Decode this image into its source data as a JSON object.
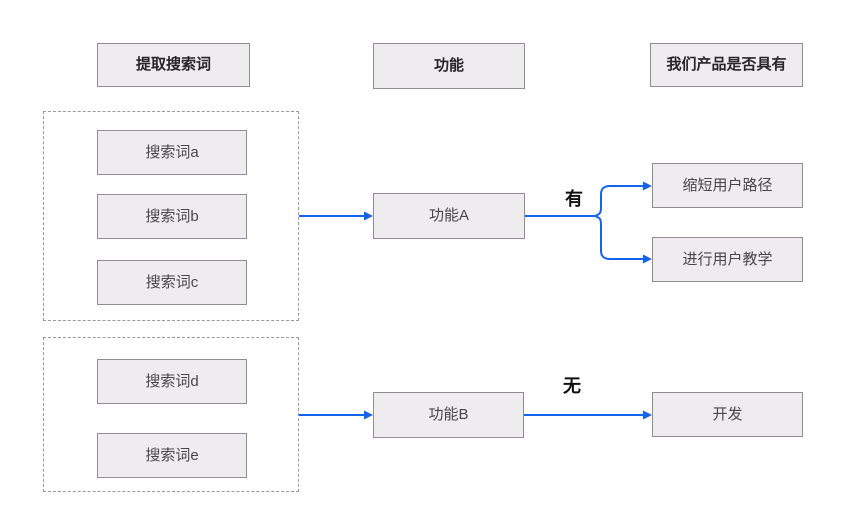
{
  "diagram": {
    "headers": [
      {
        "label": "提取搜索词"
      },
      {
        "label": "功能"
      },
      {
        "label": "我们产品是否具有"
      }
    ],
    "search_groups": [
      {
        "items": [
          {
            "label": "搜索词a"
          },
          {
            "label": "搜索词b"
          },
          {
            "label": "搜索词c"
          }
        ]
      },
      {
        "items": [
          {
            "label": "搜索词d"
          },
          {
            "label": "搜索词e"
          }
        ]
      }
    ],
    "functions": [
      {
        "label": "功能A"
      },
      {
        "label": "功能B"
      }
    ],
    "outcomes": [
      {
        "label": "缩短用户路径"
      },
      {
        "label": "进行用户教学"
      },
      {
        "label": "开发"
      }
    ],
    "edge_labels": [
      {
        "label": "有"
      },
      {
        "label": "无"
      }
    ],
    "colors": {
      "arrow": "#1464eb",
      "node_fill": "#efecef",
      "node_border": "#8f8f8f",
      "dashed_border": "#9a9a9a",
      "header_text": "#262626",
      "node_text": "#474747",
      "edge_label_text": "#111111"
    }
  }
}
